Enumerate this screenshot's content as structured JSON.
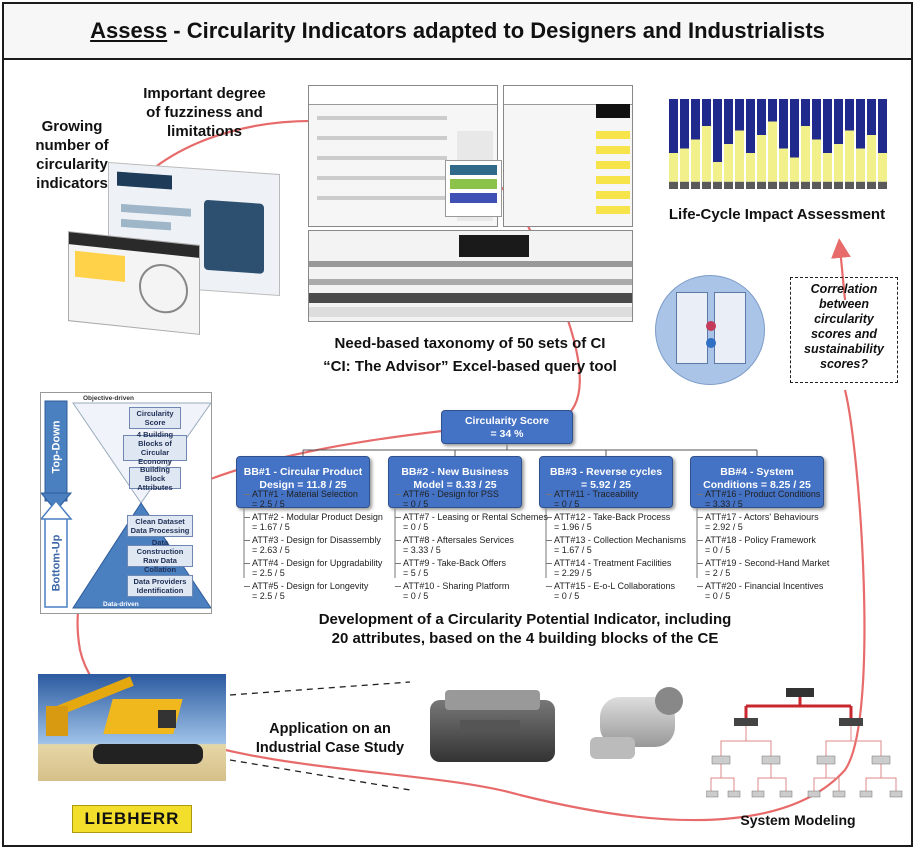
{
  "header": {
    "title_prefix": "Assess",
    "title_rest": " - Circularity Indicators adapted to Designers and Industrialists"
  },
  "labels": {
    "growing": [
      "Growing",
      "number of",
      "circularity",
      "indicators"
    ],
    "fuzziness": [
      "Important degree",
      "of fuzziness and",
      "limitations"
    ],
    "lca": "Life-Cycle Impact Assessment",
    "taxonomy": "Need-based taxonomy of 50 sets of CI",
    "advisor": "“CI: The Advisor” Excel-based query tool",
    "correlation": [
      "Correlation",
      "between",
      "circularity",
      "scores and",
      "sustainability",
      "scores?"
    ],
    "development": [
      "Development of a Circularity Potential Indicator, including",
      "20 attributes, based on the 4 building blocks of the CE"
    ],
    "application": [
      "Application on an",
      "Industrial Case Study"
    ],
    "system_modeling": "System Modeling",
    "liebherr": "LIEBHERR"
  },
  "pyramid": {
    "top_down": "Top-Down",
    "bottom_up": "Bottom-Up",
    "objective": "Objective-driven",
    "datadriven": "Data-driven",
    "levels": [
      "Circularity Score",
      "4 Building Blocks of Circular Economy",
      "Building Block Attributes",
      "Clean Dataset Data Processing",
      "Data Construction Raw Data Collation",
      "Data Providers Identification"
    ]
  },
  "score": {
    "line1": "Circularity Score",
    "line2": "= 34 %"
  },
  "blocks": [
    {
      "line1": "BB#1 - Circular Product",
      "line2": "Design = 11.8 / 25",
      "atts": [
        [
          "ATT#1 - Material Selection",
          "= 2.5 / 5"
        ],
        [
          "ATT#2 - Modular Product Design",
          "= 1.67 / 5"
        ],
        [
          "ATT#3 - Design for Disassembly",
          "= 2.63 / 5"
        ],
        [
          "ATT#4 - Design for Upgradability",
          "= 2.5 / 5"
        ],
        [
          "ATT#5 - Design for Longevity",
          "= 2.5 / 5"
        ]
      ]
    },
    {
      "line1": "BB#2 - New Business",
      "line2": "Model = 8.33 / 25",
      "atts": [
        [
          "ATT#6 - Design for PSS",
          "= 0 / 5"
        ],
        [
          "ATT#7 - Leasing or Rental Schemes",
          "= 0 / 5"
        ],
        [
          "ATT#8 - Aftersales Services",
          "= 3.33 / 5"
        ],
        [
          "ATT#9 - Take-Back Offers",
          "= 5 / 5"
        ],
        [
          "ATT#10 - Sharing Platform",
          "= 0 / 5"
        ]
      ]
    },
    {
      "line1": "BB#3 - Reverse cycles",
      "line2": "= 5.92 / 25",
      "atts": [
        [
          "ATT#11 - Traceability",
          "= 0 / 5"
        ],
        [
          "ATT#12 - Take-Back Process",
          "= 1.96 / 5"
        ],
        [
          "ATT#13 - Collection Mechanisms",
          "= 1.67 / 5"
        ],
        [
          "ATT#14 - Treatment Facilities",
          "= 2.29 / 5"
        ],
        [
          "ATT#15 - E-o-L Collaborations",
          "= 0 / 5"
        ]
      ]
    },
    {
      "line1": "BB#4 - System",
      "line2": "Conditions = 8.25 / 25",
      "atts": [
        [
          "ATT#16 - Product Conditions",
          "= 3.33 / 5"
        ],
        [
          "ATT#17 - Actors' Behaviours",
          "= 2.92 / 5"
        ],
        [
          "ATT#18 - Policy Framework",
          "= 0 / 5"
        ],
        [
          "ATT#19 - Second-Hand Market",
          "= 2 / 5"
        ],
        [
          "ATT#20 - Financial Incentives",
          "= 0 / 5"
        ]
      ]
    }
  ],
  "colors": {
    "box_blue": "#4472c4",
    "arrow_red": "#e86b6b",
    "lca_dark": "#1f2a8c",
    "lca_yellow": "#f2f08a"
  }
}
